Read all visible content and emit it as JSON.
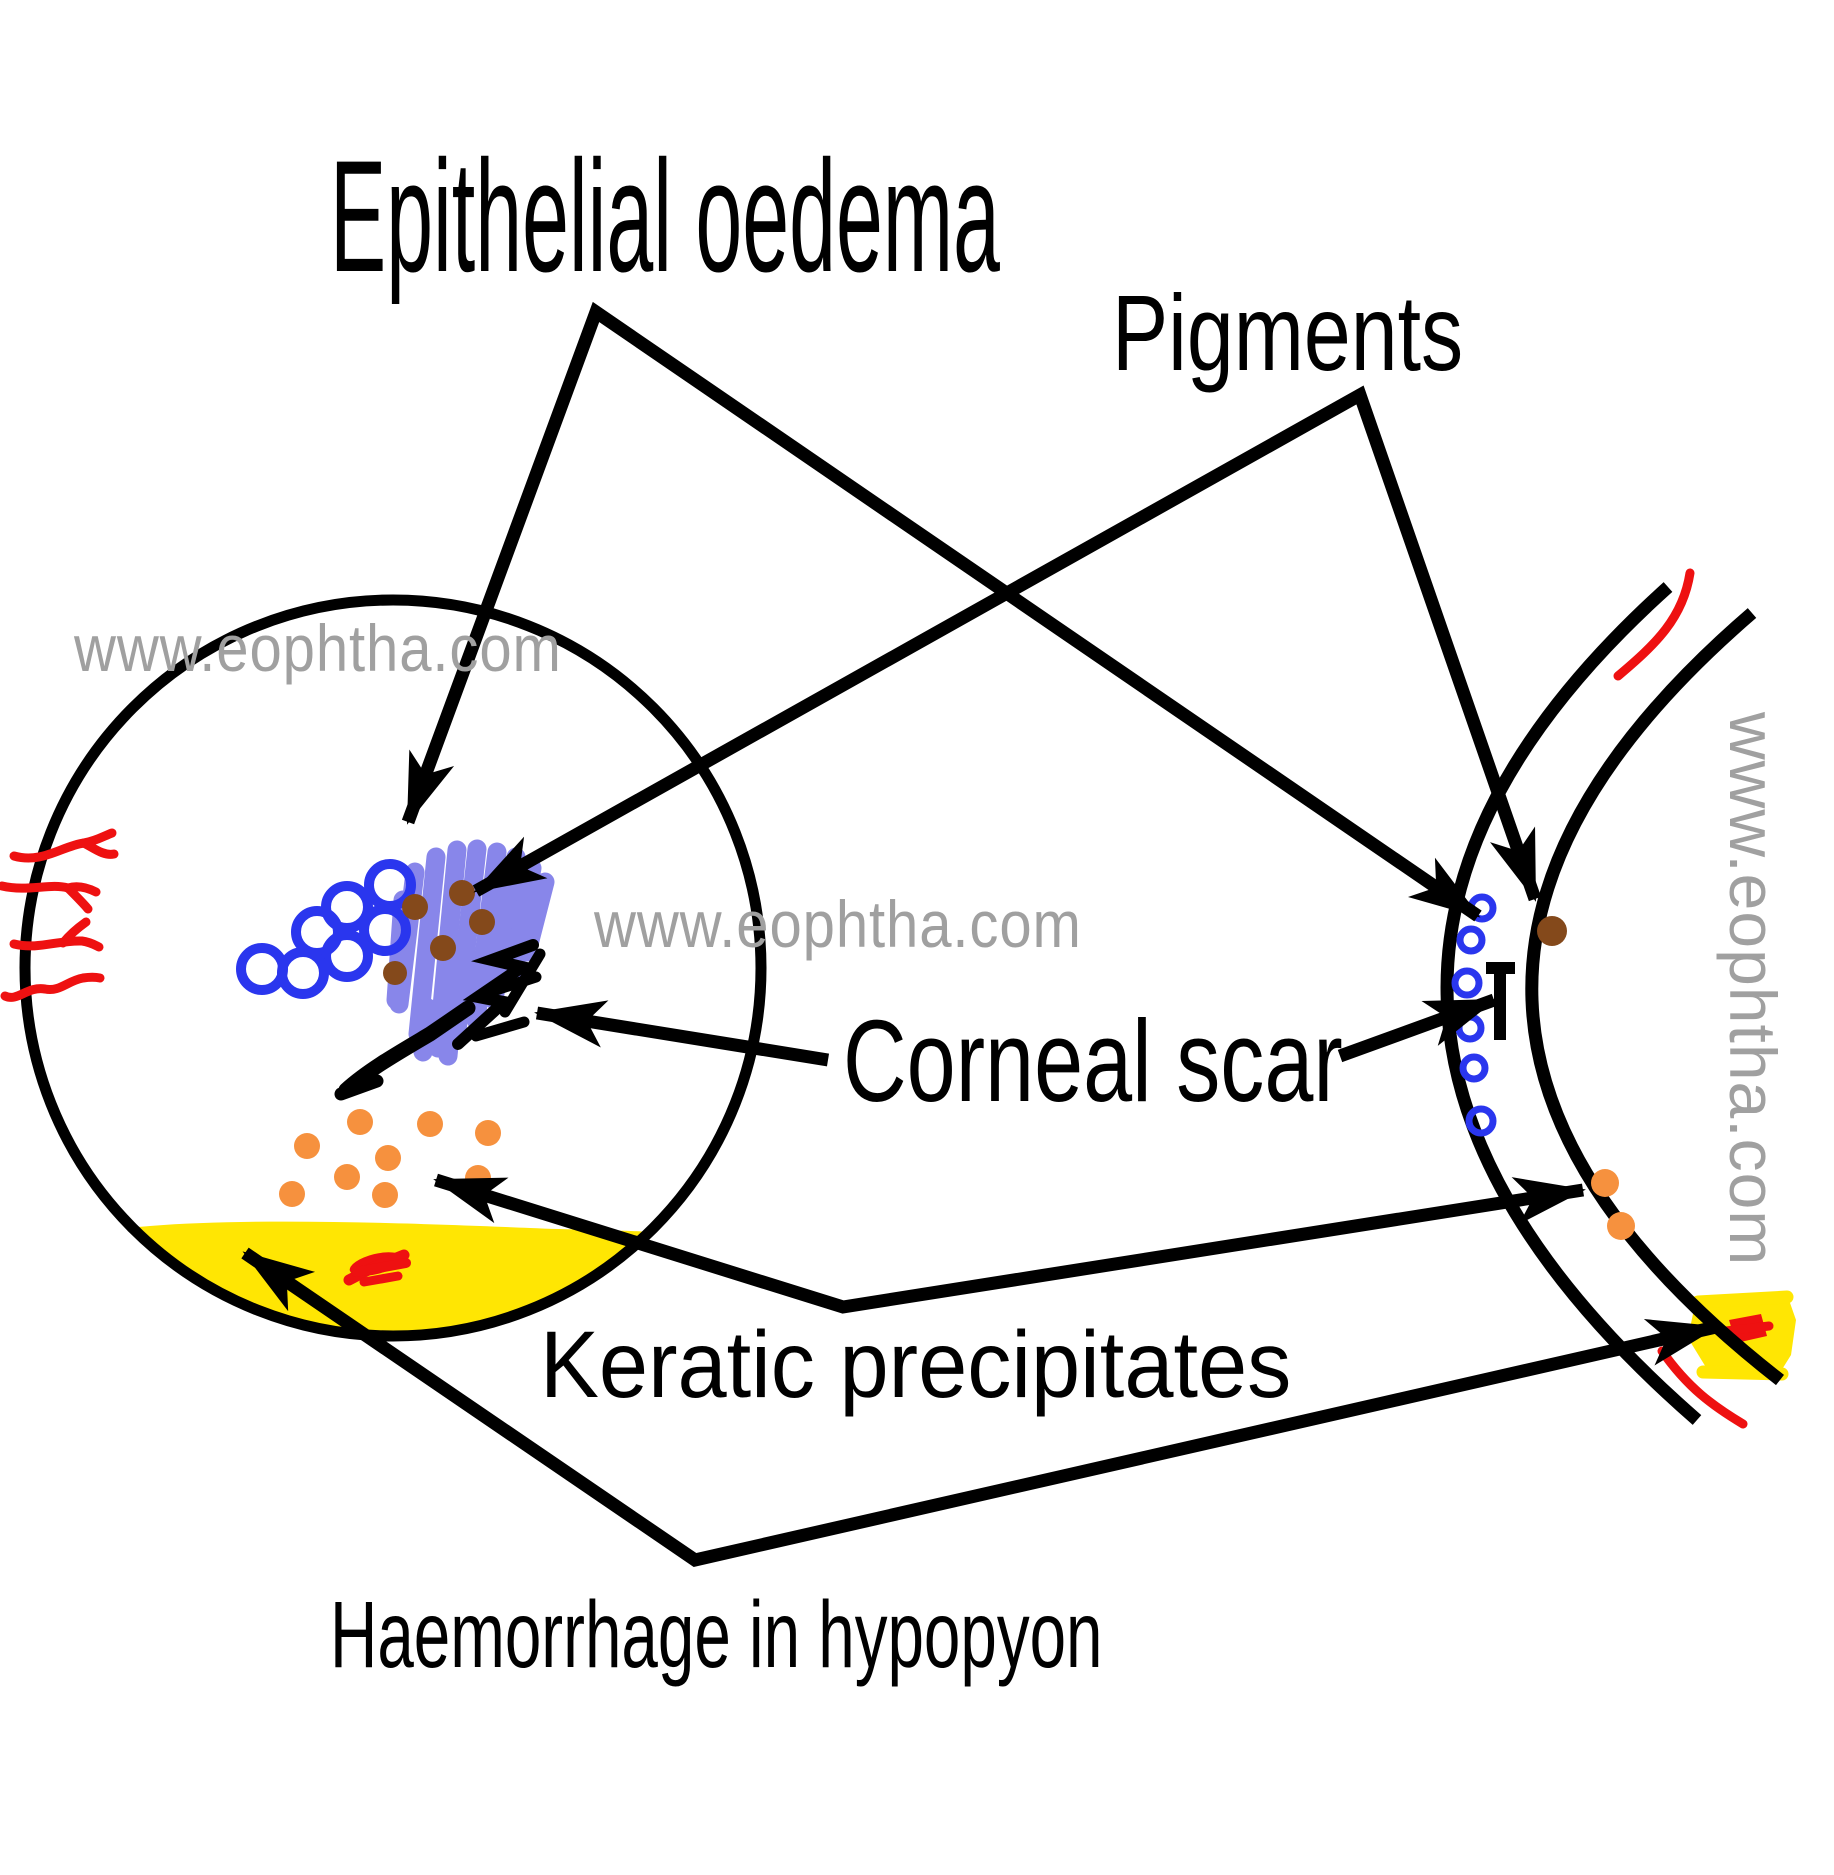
{
  "figure": {
    "type": "hand-drawn ophthalmology diagram",
    "subject": "Signs of anterior uveitis shown on a frontal cornea view (left circle) and a side cross-section of the cornea (right crescent)",
    "views": [
      {
        "name": "frontal-eye-view",
        "shape": "circle"
      },
      {
        "name": "cornea-side-view",
        "shape": "crescent of two arcs"
      }
    ]
  },
  "labels": {
    "epithelial_oedema": "Epithelial oedema",
    "pigments": "Pigments",
    "corneal_scar": "Corneal scar",
    "keratic_precipitates": "Keratic precipitates",
    "haemorrhage_in_hypopyon": "Haemorrhage in hypopyon"
  },
  "annotations": [
    {
      "label": "Epithelial oedema",
      "points_to": [
        "purple scribble patch in circle",
        "blue bubble column on side view"
      ]
    },
    {
      "label": "Pigments",
      "points_to": [
        "brown dots on oedema patch",
        "brown dot on side view"
      ]
    },
    {
      "label": "Corneal scar",
      "points_to": [
        "black scribble in circle",
        "black T mark on side view"
      ]
    },
    {
      "label": "Keratic precipitates",
      "points_to": [
        "orange dots in circle",
        "orange dots on side view"
      ]
    },
    {
      "label": "Haemorrhage in hypopyon",
      "points_to": [
        "red mark in yellow hypopyon of circle",
        "red mark in yellow patch of side view"
      ]
    }
  ],
  "watermark": {
    "text": "www.eophtha.com"
  },
  "colors": {
    "bubble-blue": "#2a36ee",
    "oedema-purple": "#8886ea",
    "pigment-brown": "#84491b",
    "precipitate-orange": "#f6913e",
    "hypopyon-yellow": "#ffe603",
    "blood-red": "#ee1111",
    "watermark-gray": "#a0a0a0",
    "ink-black": "#000000"
  }
}
